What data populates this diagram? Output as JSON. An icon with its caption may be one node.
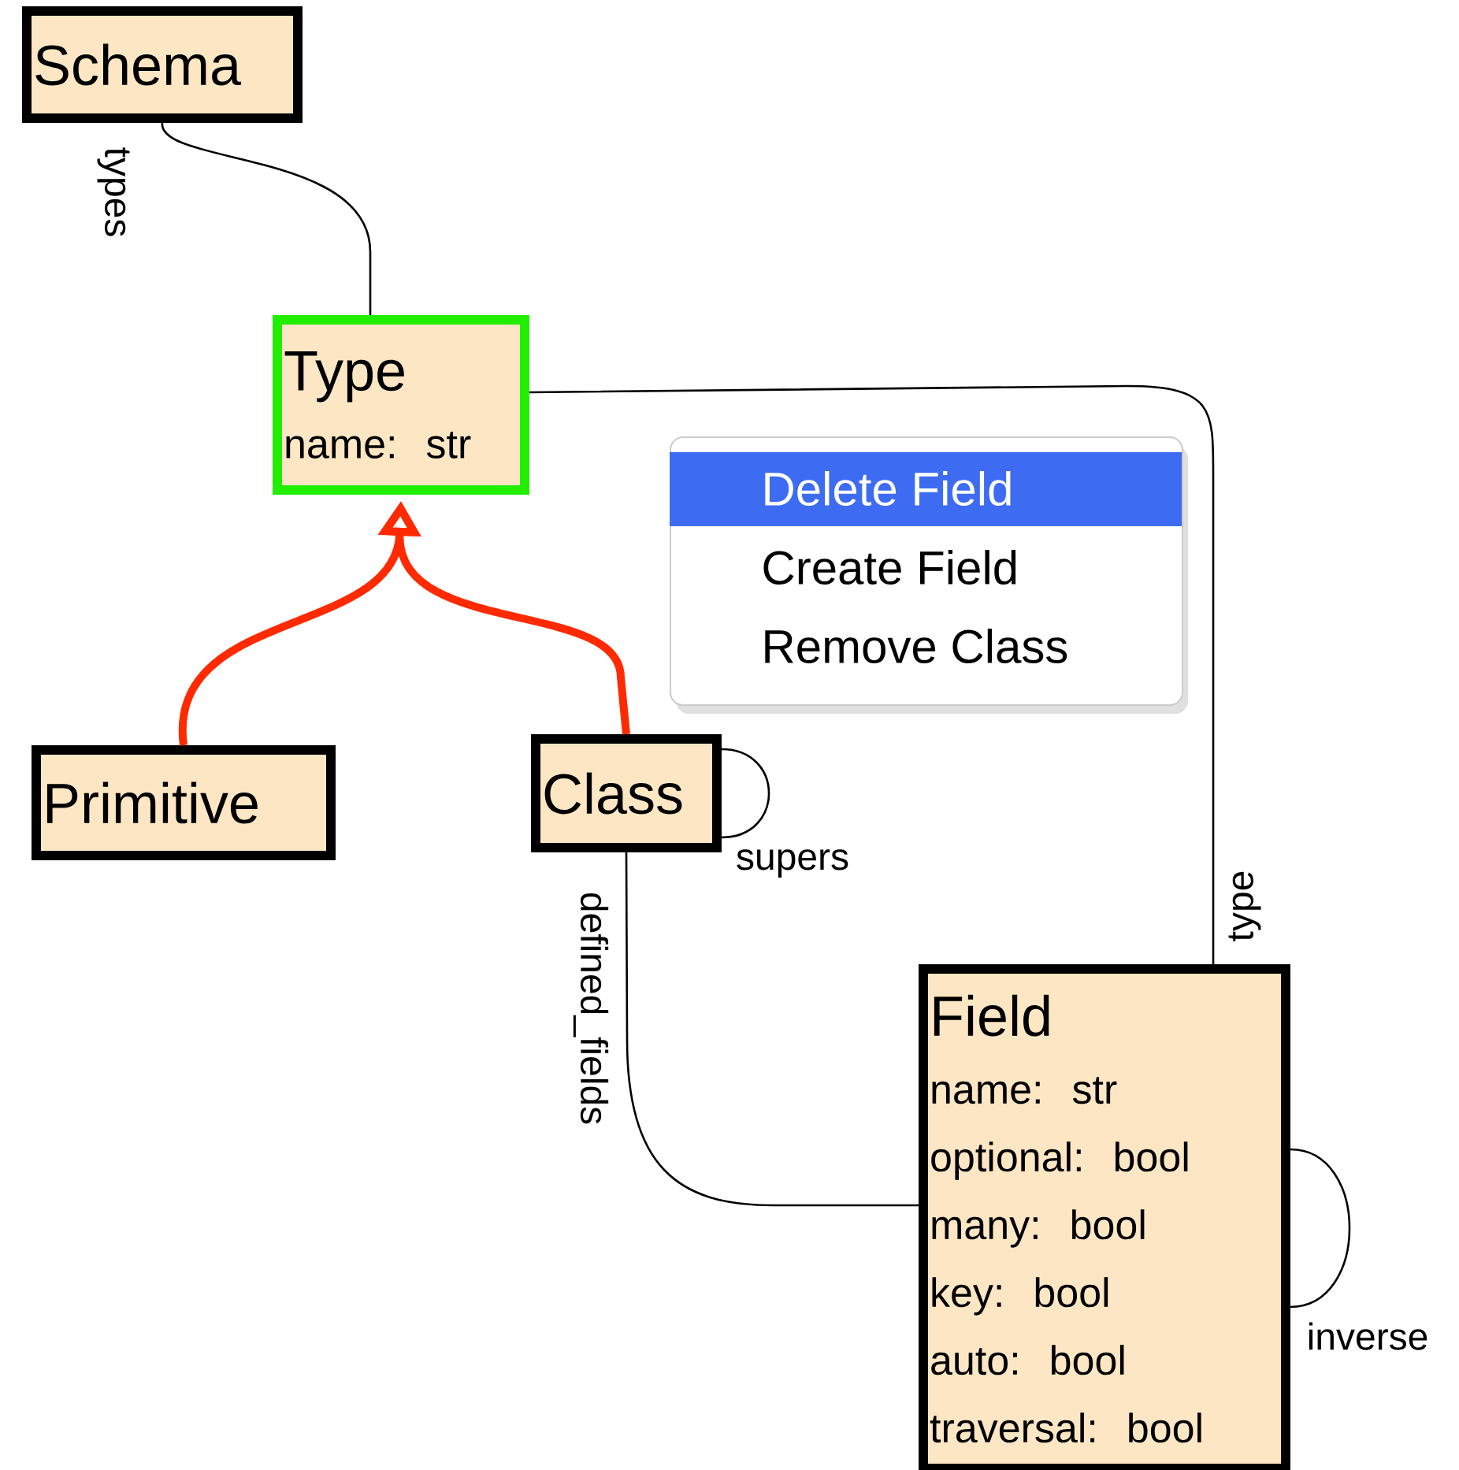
{
  "diagram": {
    "nodes": [
      {
        "text": [
          "Schema"
        ]
      },
      {
        "text": [
          "Type",
          "name: str"
        ]
      },
      {
        "text": [
          "Primitive"
        ]
      },
      {
        "text": [
          "Class"
        ]
      },
      {
        "text": [
          "Field",
          "name: str",
          "optional: bool",
          "many: bool",
          "key: bool",
          "auto: bool",
          "traversal: bool"
        ]
      },
      {
        "text": [
          "Delete Field",
          "Create Field",
          "Remove Class"
        ]
      }
    ],
    "edges": [
      {
        "from": 0,
        "to": 1,
        "arrow": "none",
        "label": "types"
      },
      {
        "from": 2,
        "to": 1,
        "arrow": "to",
        "style": "thick",
        "color": "#ff2a00"
      },
      {
        "from": 3,
        "to": 1,
        "arrow": "to",
        "style": "thick",
        "color": "#ff2a00"
      },
      {
        "from": 1,
        "to": 4,
        "arrow": "none",
        "label": "type"
      },
      {
        "from": 3,
        "to": 3,
        "arrow": "none",
        "label": "supers"
      },
      {
        "from": 3,
        "to": 4,
        "arrow": "none",
        "label": "defined_fields"
      },
      {
        "from": 4,
        "to": 4,
        "arrow": "none",
        "label": "inverse"
      }
    ]
  }
}
